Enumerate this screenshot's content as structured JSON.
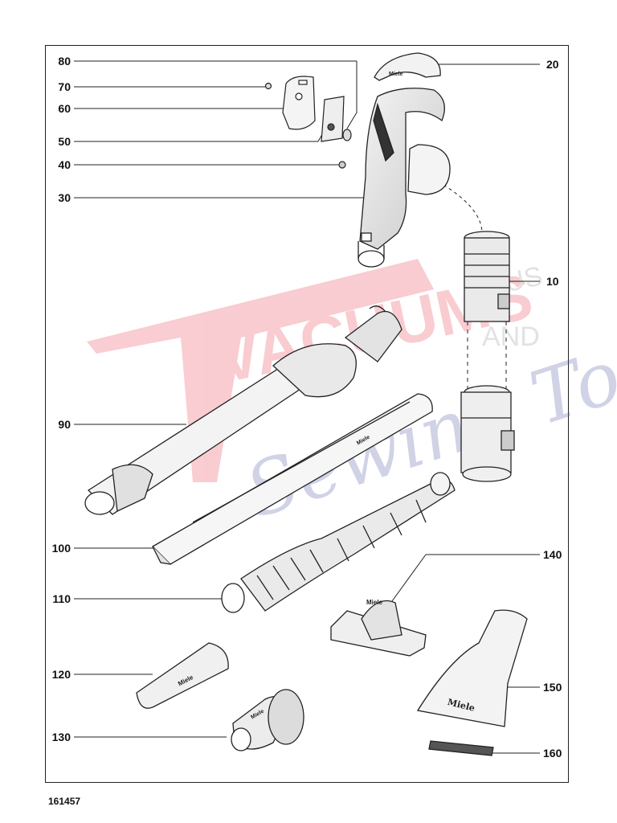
{
  "diagram": {
    "document_number": "161457",
    "callouts": {
      "p10": "10",
      "p20": "20",
      "p30": "30",
      "p40": "40",
      "p50": "50",
      "p60": "60",
      "p70": "70",
      "p80": "80",
      "p90": "90",
      "p100": "100",
      "p110": "110",
      "p120": "120",
      "p130": "130",
      "p140": "140",
      "p150": "150",
      "p160": "160"
    },
    "brand_marks": {
      "handle_cap": "Miele",
      "wand": "Miele",
      "crevice_tool": "Miele",
      "upholstery_tool": "Miele",
      "dusting_brush": "Miele",
      "mattress_tool": "Miele"
    },
    "watermark": {
      "word1": "VACUUMS",
      "word2": "PLUS",
      "word3": "AND",
      "word4": "Sewing Too"
    }
  }
}
